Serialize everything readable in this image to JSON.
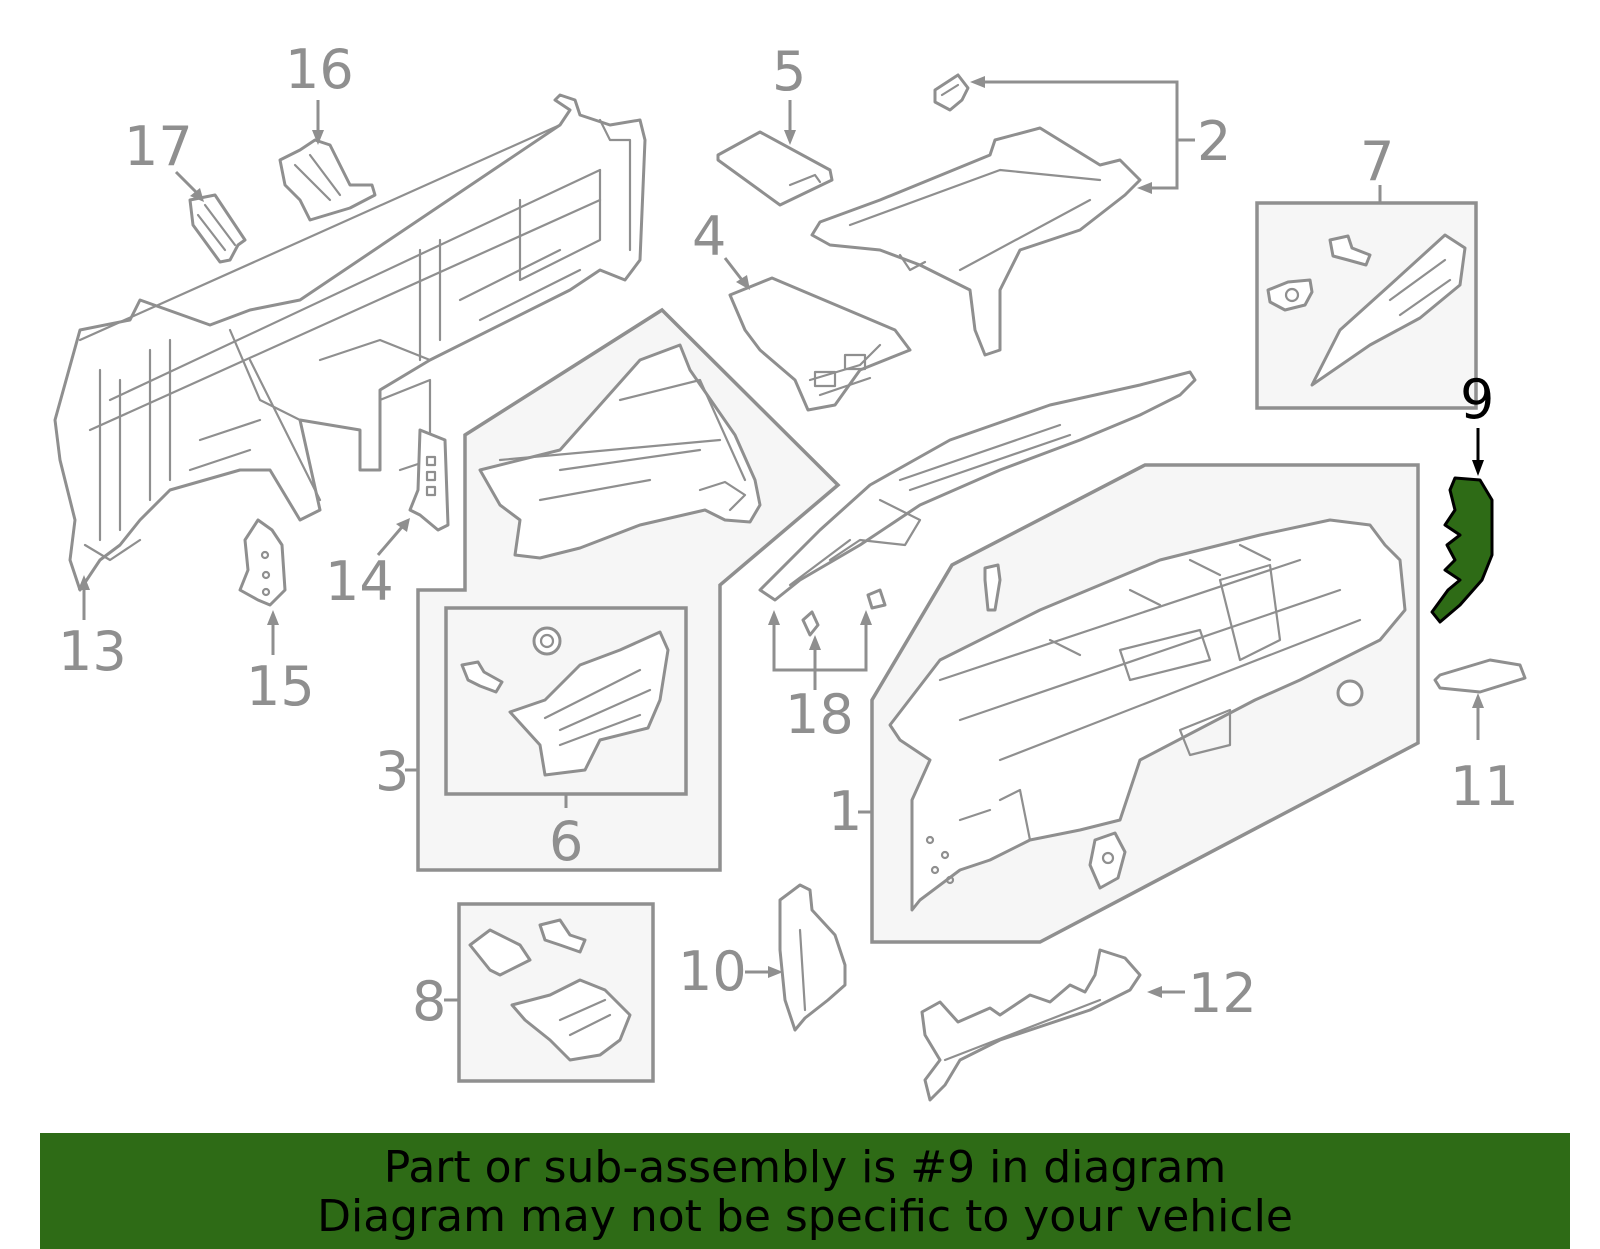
{
  "diagram": {
    "callouts": [
      "1",
      "2",
      "3",
      "4",
      "5",
      "6",
      "7",
      "8",
      "9",
      "10",
      "11",
      "12",
      "13",
      "14",
      "15",
      "16",
      "17",
      "18"
    ],
    "highlighted": "9",
    "highlight_color": "#2e6b16",
    "line_color": "#8f8f8f"
  },
  "banner": {
    "line1": "Part or sub-assembly is #9 in diagram",
    "line2": "Diagram may not be specific to your vehicle",
    "background": "#2e6b16"
  }
}
